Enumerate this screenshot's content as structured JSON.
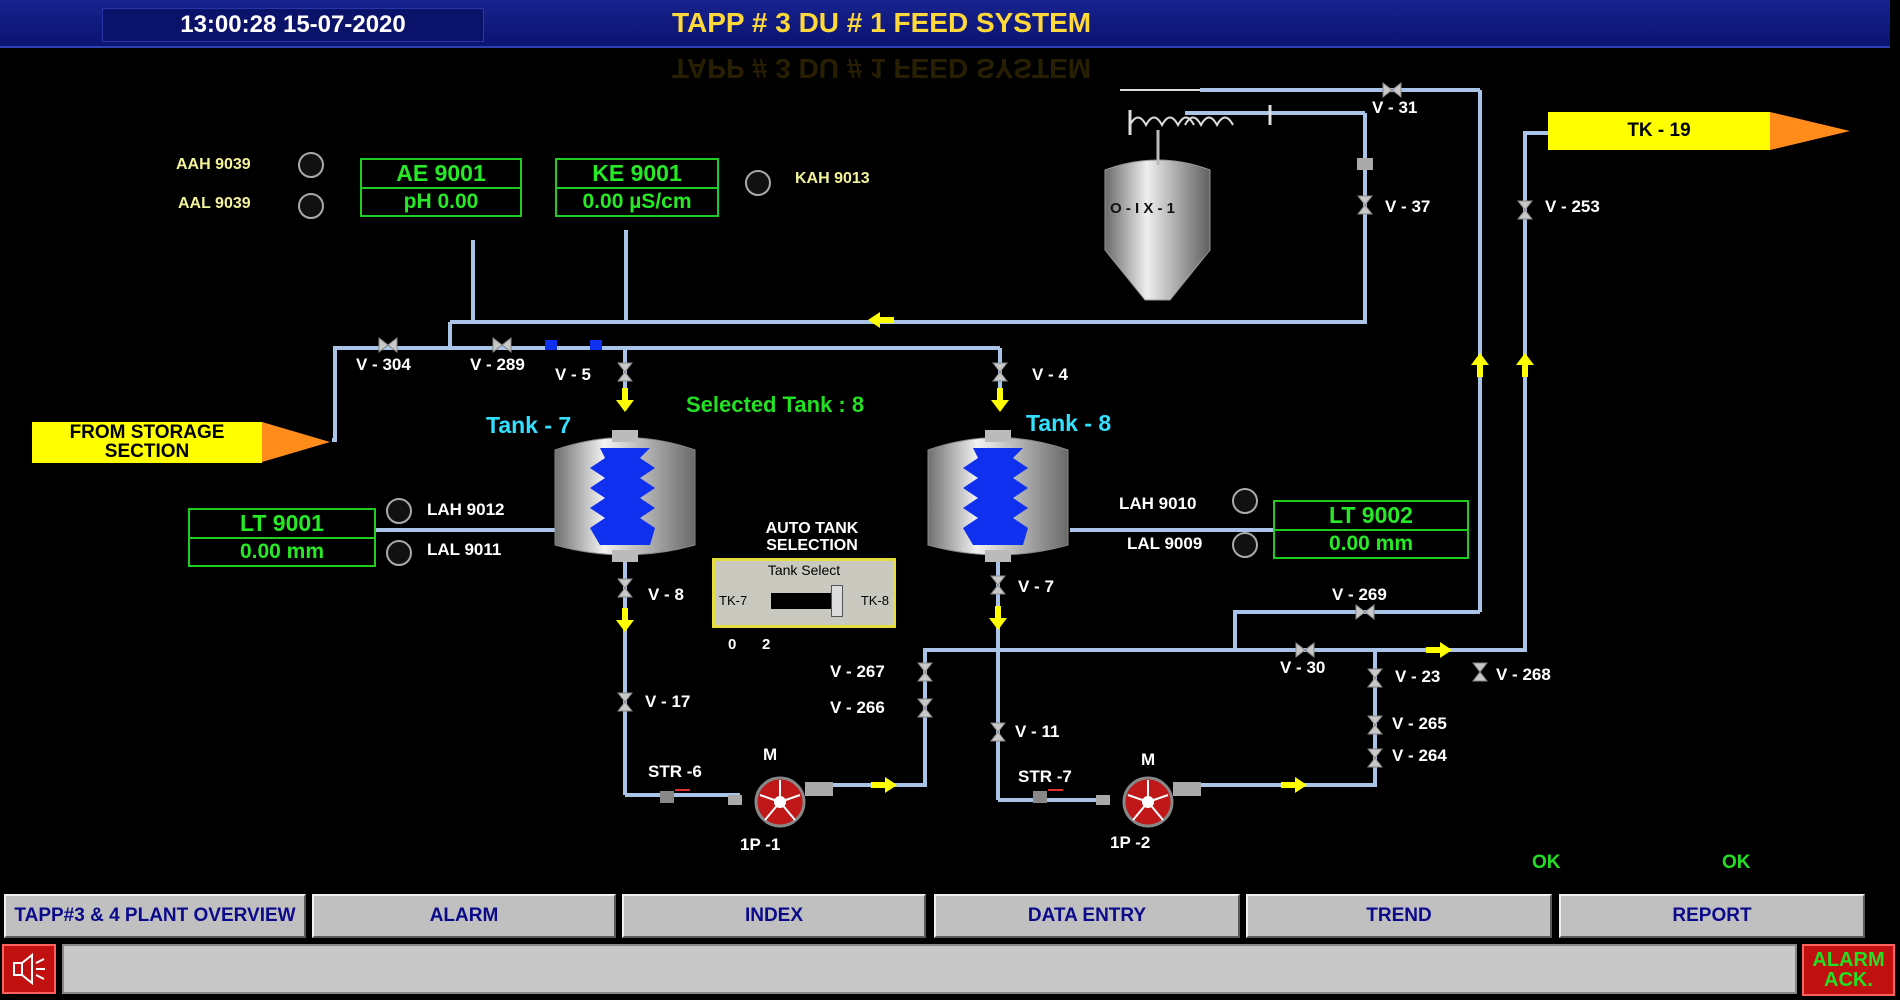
{
  "header": {
    "datetime": "13:00:28  15-07-2020",
    "title": "TAPP # 3 DU # 1 FEED SYSTEM"
  },
  "colors": {
    "pipe": "#a9c4e6",
    "flow_arrow": "#ffff00",
    "analyzer_border": "#1fcc1f",
    "tank_label": "#33e0ff",
    "title_text": "#ffd83a",
    "ok_text": "#22e022",
    "tank_level": "#1030f0"
  },
  "analyzers": {
    "ae": {
      "tag": "AE 9001",
      "value": "pH 0.00"
    },
    "ke": {
      "tag": "KE 9001",
      "value": "0.00 µS/cm"
    },
    "lt1": {
      "tag": "LT 9001",
      "value": "0.00 mm"
    },
    "lt2": {
      "tag": "LT 9002",
      "value": "0.00 mm"
    }
  },
  "alarms": {
    "aah9039": "AAH 9039",
    "aal9039": "AAL 9039",
    "kah9013": "KAH 9013",
    "lah9012": "LAH 9012",
    "lal9011": "LAL 9011",
    "lah9010": "LAH 9010",
    "lal9009": "LAL 9009"
  },
  "valves": {
    "v304": "V - 304",
    "v289": "V - 289",
    "v5": "V - 5",
    "v4": "V - 4",
    "v8": "V - 8",
    "v7": "V - 7",
    "v17": "V - 17",
    "v11": "V - 11",
    "v267": "V - 267",
    "v266": "V - 266",
    "v31": "V - 31",
    "v37": "V - 37",
    "v253": "V - 253",
    "v269": "V - 269",
    "v30": "V - 30",
    "v23": "V - 23",
    "v268": "V - 268",
    "v265": "V - 265",
    "v264": "V - 264"
  },
  "equipment": {
    "tank7": "Tank - 7",
    "tank8": "Tank - 8",
    "oix": "O - I X - 1",
    "str6": "STR -6",
    "str7": "STR -7",
    "pump1": "1P -1",
    "pump2": "1P -2",
    "motor1": "M",
    "motor2": "M"
  },
  "labels": {
    "from_storage": "FROM STORAGE SECTION",
    "tk19": "TK - 19",
    "selected_tank": "Selected Tank :  8",
    "auto_tank_selection": "AUTO TANK SELECTION",
    "tank_select_header": "Tank Select",
    "tank_select_left": "TK-7",
    "tank_select_right": "TK-8",
    "tank_select_num0": "0",
    "tank_select_num2": "2",
    "ok1": "OK",
    "ok2": "OK"
  },
  "nav": {
    "plant_overview": "TAPP#3 & 4 PLANT OVERVIEW",
    "alarm": "ALARM",
    "index": "INDEX",
    "data_entry": "DATA ENTRY",
    "trend": "TREND",
    "report": "REPORT"
  },
  "footer": {
    "alarm_ack": "ALARM ACK."
  },
  "icons": {
    "speaker": "speaker-icon",
    "valve": "valve-icon",
    "pump": "pump-icon",
    "alarm_lamp": "alarm-lamp-icon"
  }
}
